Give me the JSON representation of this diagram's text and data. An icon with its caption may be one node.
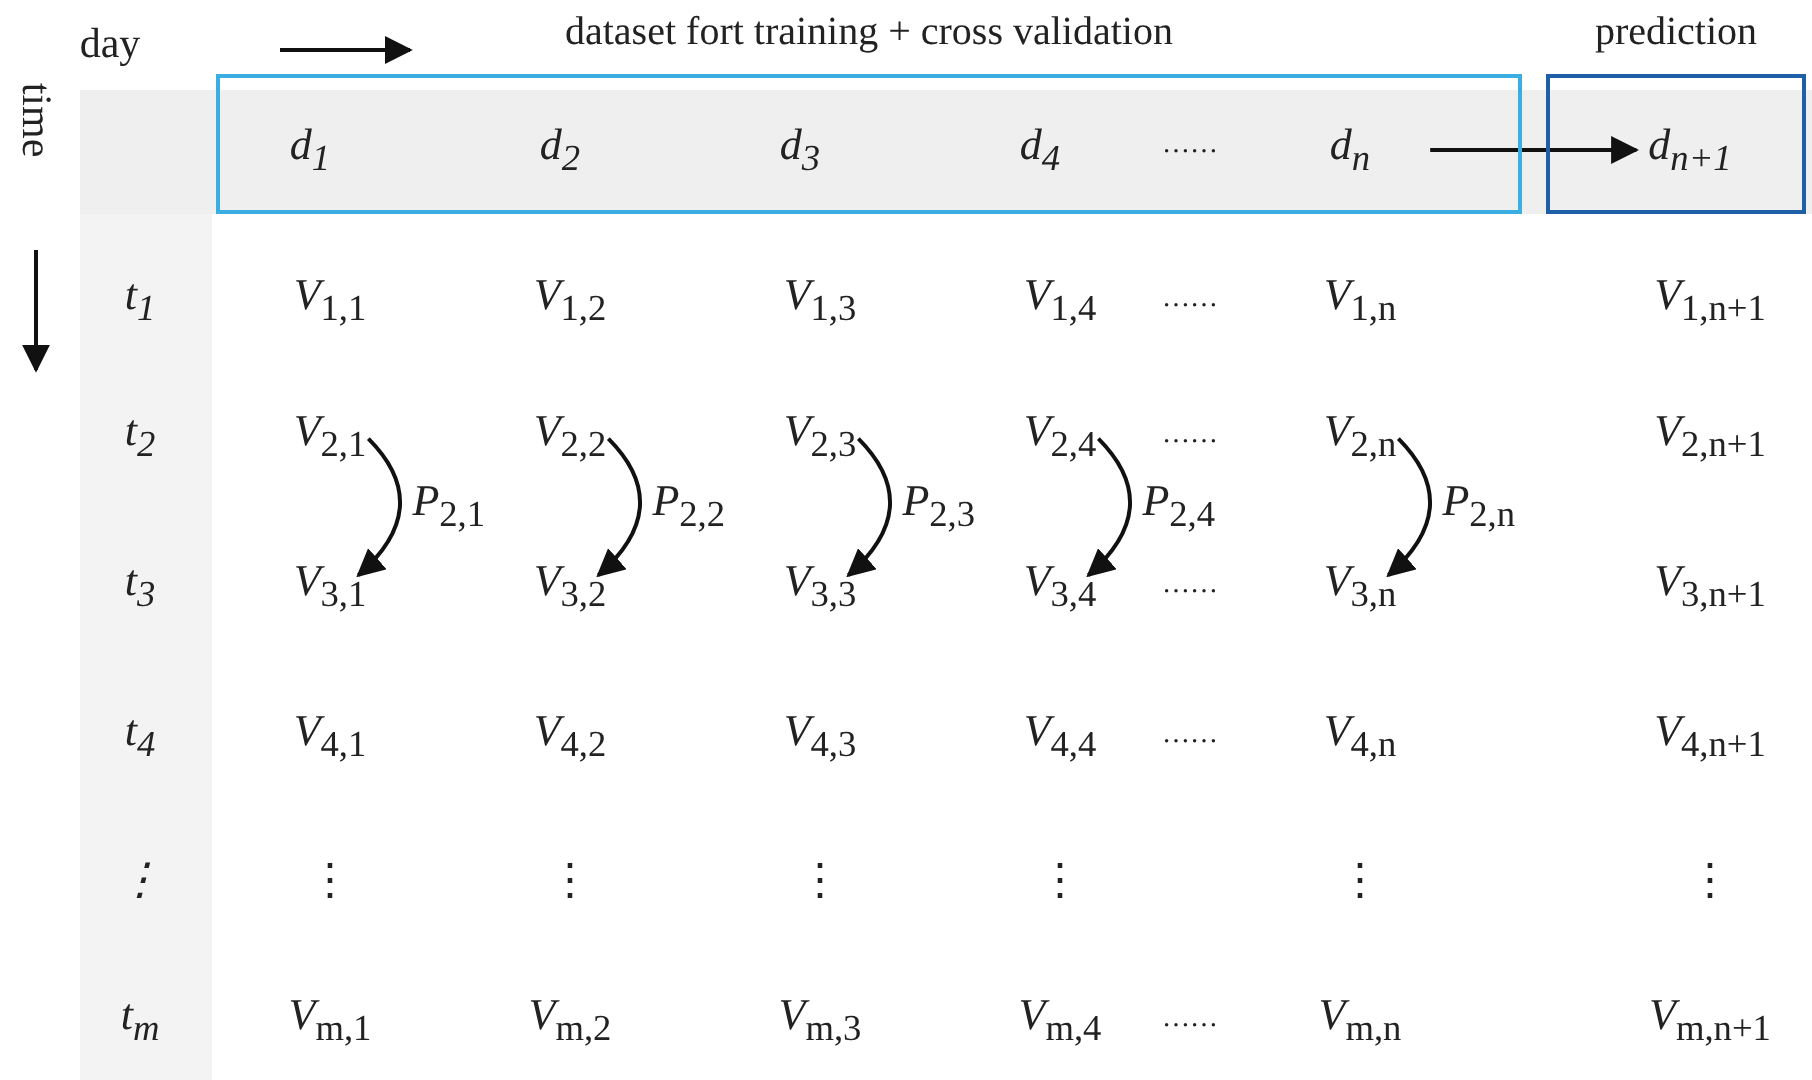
{
  "diagram": {
    "nodes": [
      {
        "text": [
          "dataset fort training + cross validation"
        ]
      },
      {
        "text": [
          "prediction"
        ]
      },
      {
        "text": [
          "d$_{1}$"
        ],
        "in": 0
      },
      {
        "text": [
          "d$_{2}$"
        ],
        "in": 0
      },
      {
        "text": [
          "d$_{3}$"
        ],
        "in": 0
      },
      {
        "text": [
          "d$_{4}$"
        ],
        "in": 0
      },
      {
        "text": [
          "d$_{n}$"
        ],
        "in": 0
      },
      {
        "text": [
          "d$_{n+1}$"
        ],
        "in": 1
      },
      {
        "text": [
          "*V*$_{2,1}$"
        ]
      },
      {
        "text": [
          "*V*$_{2,2}$"
        ]
      },
      {
        "text": [
          "*V*$_{2,3}$"
        ]
      },
      {
        "text": [
          "*V*$_{2,4}$"
        ]
      },
      {
        "text": [
          "*V*$_{2,n}$"
        ]
      },
      {
        "text": [
          "*V*$_{3,1}$"
        ]
      },
      {
        "text": [
          "*V*$_{3,2}$"
        ]
      },
      {
        "text": [
          "*V*$_{3,3}$"
        ]
      },
      {
        "text": [
          "*V*$_{3,4}$"
        ]
      },
      {
        "text": [
          "*V*$_{3,n}$"
        ]
      }
    ],
    "edges": [
      {
        "from": 6,
        "to": 7,
        "arrow": "to"
      },
      {
        "from": 8,
        "to": 13,
        "arrow": "to",
        "label": "*P*$_{2,1}$"
      },
      {
        "from": 9,
        "to": 14,
        "arrow": "to",
        "label": "*P*$_{2,2}$"
      },
      {
        "from": 10,
        "to": 15,
        "arrow": "to",
        "label": "*P*$_{2,3}$"
      },
      {
        "from": 11,
        "to": 16,
        "arrow": "to",
        "label": "*P*$_{2,4}$"
      },
      {
        "from": 12,
        "to": 17,
        "arrow": "to",
        "label": "*P*$_{2,n}$"
      }
    ],
    "labels": [
      "day",
      "time",
      "……",
      "t$_{1}$",
      "*V*$_{1,1}$",
      "*V*$_{1,2}$",
      "*V*$_{1,3}$",
      "*V*$_{1,4}$",
      "……",
      "*V*$_{1,n}$",
      "*V*$_{1,n+1}$",
      "t$_{2}$",
      "……",
      "*V*$_{2,n+1}$",
      "t$_{3}$",
      "……",
      "*V*$_{3,n+1}$",
      "t$_{4}$",
      "*V*$_{4,1}$",
      "*V*$_{4,2}$",
      "*V*$_{4,3}$",
      "*V*$_{4,4}$",
      "……",
      "*V*$_{4,n}$",
      "*V*$_{4,n+1}$",
      "⋮",
      "⋮",
      "⋮",
      "⋮",
      "⋮",
      "⋮",
      "⋮",
      "t$_{m}$",
      "*V*$_{m,1}$",
      "*V*$_{m,2}$",
      "*V*$_{m,3}$",
      "*V*$_{m,4}$",
      "……",
      "*V*$_{m,n}$",
      "*V*$_{m,n+1}$"
    ]
  }
}
